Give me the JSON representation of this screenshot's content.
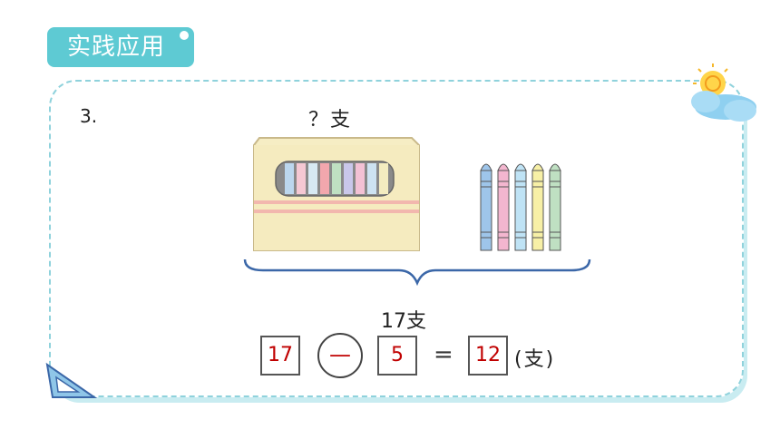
{
  "section": {
    "title": "实践应用"
  },
  "problem": {
    "number": "3.",
    "question": "？支",
    "total": "17支"
  },
  "equation": {
    "a": "17",
    "op": "—",
    "b": "5",
    "eq": "=",
    "result": "12",
    "unit": "(支)"
  },
  "colors": {
    "accent": "#5ecad3",
    "answer": "#c00000",
    "crayon_box": "#f6edc4",
    "brace": "#3b67a8"
  },
  "crayons": {
    "loose_count": 5,
    "loose_colors": [
      "#9ec5ea",
      "#f3b6cf",
      "#bfe3f5",
      "#f7f0a6",
      "#bfe0c2"
    ]
  }
}
